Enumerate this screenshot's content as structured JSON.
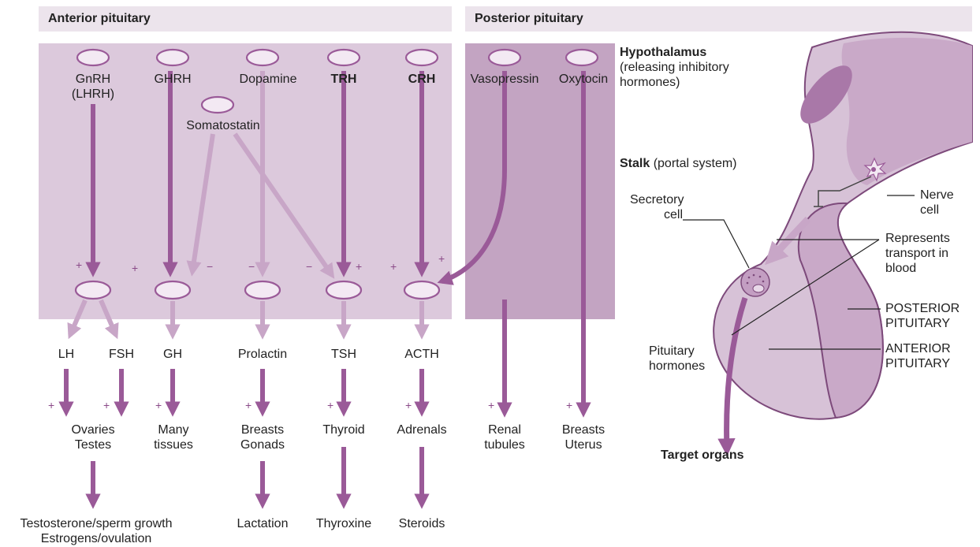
{
  "headers": {
    "anterior": "Anterior pituitary",
    "posterior": "Posterior pituitary"
  },
  "releasing": {
    "gnrh": "GnRH",
    "gnrh_alt": "(LHRH)",
    "ghrh": "GHRH",
    "dopamine": "Dopamine",
    "trh": "TRH",
    "crh": "CRH",
    "somatostatin": "Somatostatin",
    "vasopressin": "Vasopressin",
    "oxytocin": "Oxytocin"
  },
  "side_labels": {
    "hypothalamus": "Hypothalamus",
    "hypothalamus_note1": "(releasing inhibitory",
    "hypothalamus_note2": "hormones)",
    "stalk": "Stalk",
    "stalk_note": "(portal system)"
  },
  "signs": {
    "plus": "+",
    "minus": "−"
  },
  "pituitary_hormones": {
    "lh": "LH",
    "fsh": "FSH",
    "gh": "GH",
    "prolactin": "Prolactin",
    "tsh": "TSH",
    "acth": "ACTH"
  },
  "targets": {
    "ovaries": "Ovaries",
    "testes": "Testes",
    "many": "Many",
    "tissues": "tissues",
    "breasts": "Breasts",
    "gonads": "Gonads",
    "thyroid": "Thyroid",
    "adrenals": "Adrenals",
    "renal": "Renal",
    "tubules": "tubules",
    "breasts2": "Breasts",
    "uterus": "Uterus"
  },
  "products": {
    "testosterone": "Testosterone/sperm growth",
    "estrogens": "Estrogens/ovulation",
    "lactation": "Lactation",
    "thyroxine": "Thyroxine",
    "steroids": "Steroids"
  },
  "anatomy": {
    "secretory1": "Secretory",
    "secretory2": "cell",
    "nerve1": "Nerve",
    "nerve2": "cell",
    "represents1": "Represents",
    "represents2": "transport in",
    "represents3": "blood",
    "posterior1": "POSTERIOR",
    "posterior2": "PITUITARY",
    "anterior1": "ANTERIOR",
    "anterior2": "PITUITARY",
    "pituitary_h1": "Pituitary",
    "pituitary_h2": "hormones",
    "target_organs": "Target organs"
  },
  "colors": {
    "panel_light": "#dcc9dc",
    "panel_dark": "#c3a4c2",
    "arrow_dark": "#9a5a98",
    "arrow_light": "#c8a6c7",
    "header_bg": "#ece4ec"
  }
}
